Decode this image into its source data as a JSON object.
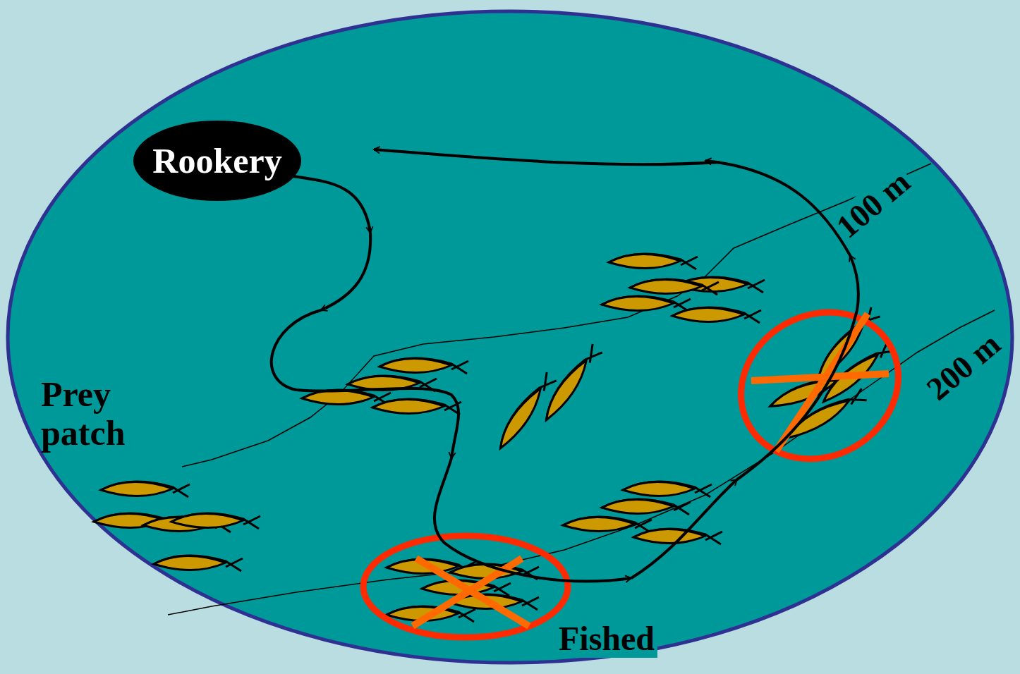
{
  "diagram": {
    "nodes": [
      {
        "text": [
          "Rookery"
        ]
      }
    ],
    "labels": [
      "Prey patch",
      "Fished",
      "100 m",
      "200 m"
    ]
  }
}
